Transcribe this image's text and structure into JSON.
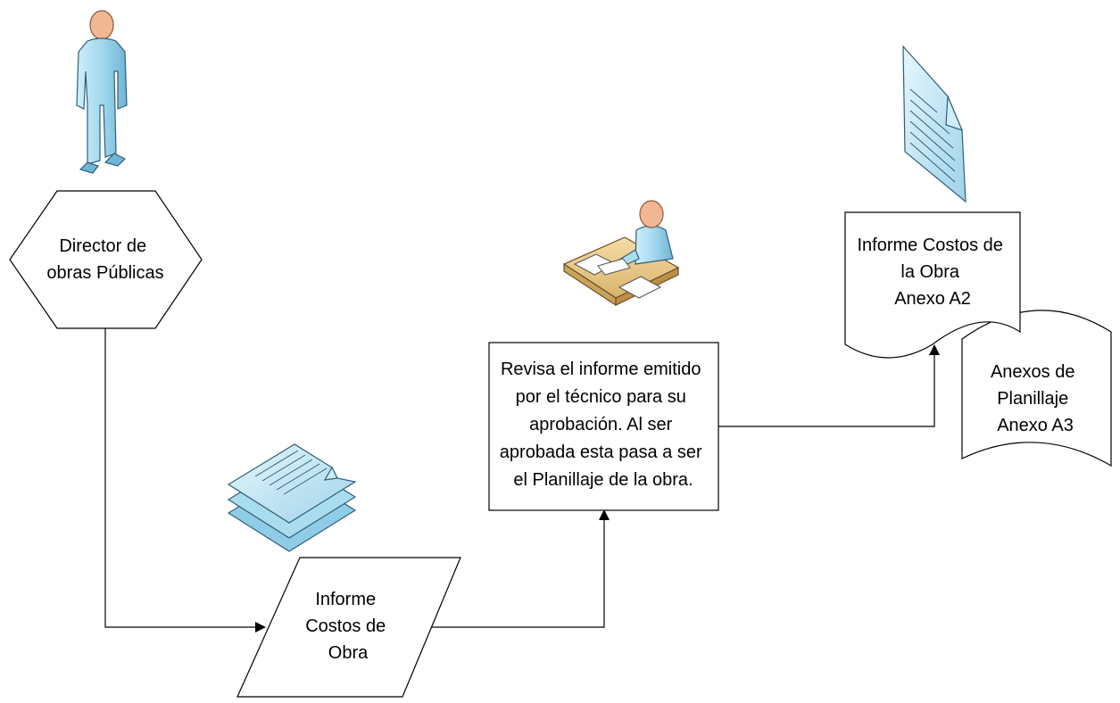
{
  "nodes": {
    "director": {
      "lines": [
        "Director de",
        "obras Públicas"
      ]
    },
    "informe_costos_obra": {
      "lines": [
        "Informe",
        "Costos de",
        "Obra"
      ]
    },
    "revisa": {
      "lines": [
        "Revisa el informe emitido",
        "por el técnico para su",
        "aprobación. Al ser",
        "aprobada esta pasa a ser",
        "el Planillaje de la obra."
      ]
    },
    "informe_costos_anexo": {
      "lines": [
        "Informe Costos de",
        "la Obra",
        "Anexo A2"
      ]
    },
    "anexos_planillaje": {
      "lines": [
        "Anexos de",
        "Planillaje",
        "Anexo A3"
      ]
    }
  },
  "icons": {
    "person": "person-standing-icon",
    "stacked_documents": "stacked-documents-icon",
    "worker": "person-at-desk-icon",
    "document": "document-icon"
  },
  "colors": {
    "icon_fill": "#a9dcef",
    "icon_stroke": "#2f5f78",
    "skin": "#f2b692",
    "desk": "#e8c98c",
    "line": "#000000"
  }
}
